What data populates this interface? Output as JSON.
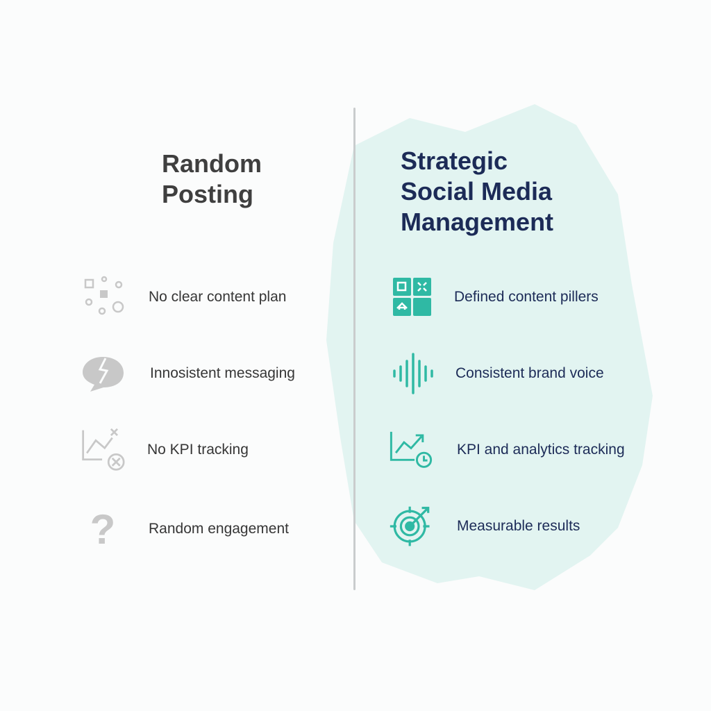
{
  "colors": {
    "accent_teal": "#2fb9a4",
    "wash_teal": "#dff3f0",
    "left_icon_gray": "#c8c8c8",
    "left_text": "#363636",
    "right_text": "#1c2b57",
    "left_title": "#3f3f3f"
  },
  "left": {
    "title_line1": "Random",
    "title_line2": "Posting",
    "items": [
      {
        "label": "No clear content plan",
        "icon": "scattered-shapes-icon"
      },
      {
        "label": "Innosistent messaging",
        "icon": "broken-speech-bubble-icon"
      },
      {
        "label": "No KPI tracking",
        "icon": "chart-with-x-icon"
      },
      {
        "label": "Random engagement",
        "icon": "question-mark-icon"
      }
    ]
  },
  "right": {
    "title_line1": "Strategic",
    "title_line2": "Social Media",
    "title_line3": "Management",
    "items": [
      {
        "label": "Defined content pillers",
        "icon": "content-grid-icon"
      },
      {
        "label": "Consistent brand voice",
        "icon": "sound-wave-icon"
      },
      {
        "label": "KPI and analytics tracking",
        "icon": "chart-with-clock-icon"
      },
      {
        "label": "Measurable results",
        "icon": "target-arrow-icon"
      }
    ]
  }
}
